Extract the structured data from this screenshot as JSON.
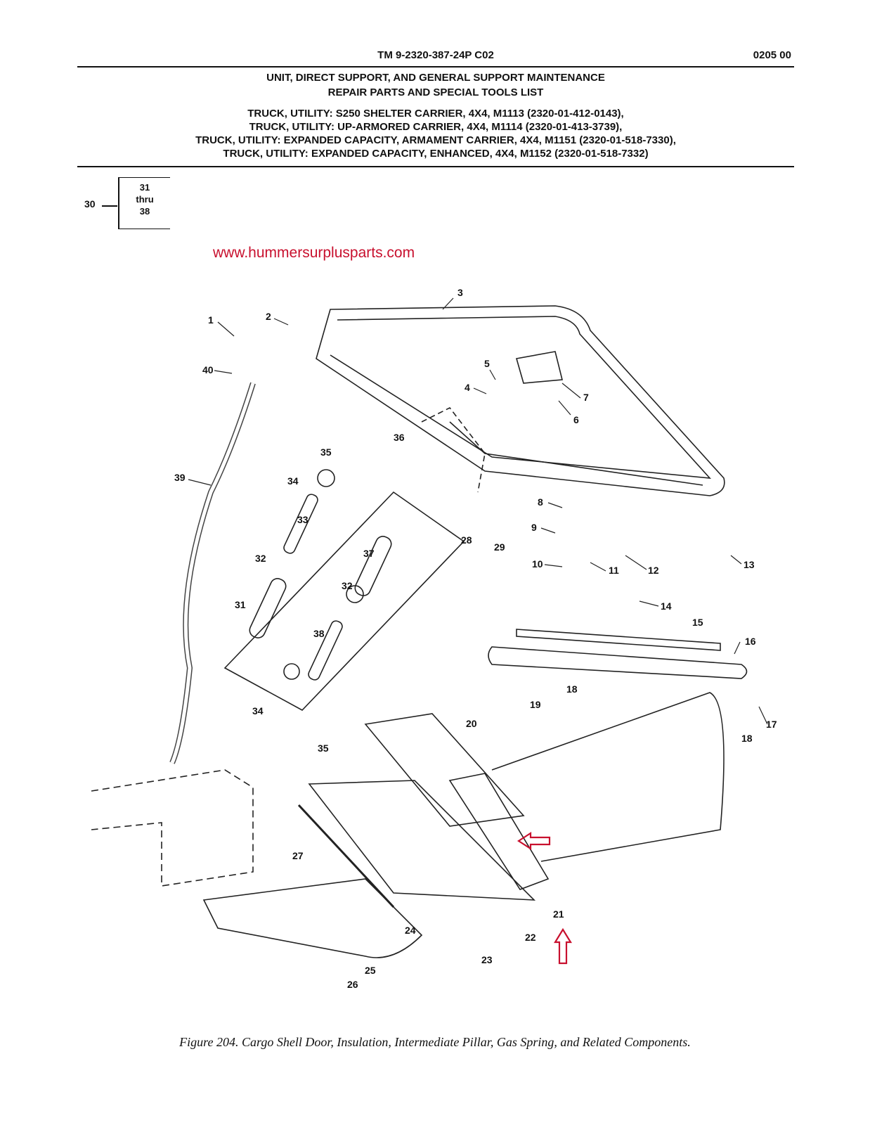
{
  "header": {
    "tm_number": "TM 9-2320-387-24P  C02",
    "work_package": "0205 00",
    "title_lines": [
      "UNIT, DIRECT SUPPORT, AND GENERAL SUPPORT MAINTENANCE",
      "REPAIR PARTS AND SPECIAL TOOLS LIST"
    ],
    "vehicle_lines": [
      "TRUCK, UTILITY: S250 SHELTER CARRIER, 4X4, M1113 (2320-01-412-0143),",
      "TRUCK, UTILITY: UP-ARMORED CARRIER, 4X4, M1114 (2320-01-413-3739),",
      "TRUCK, UTILITY: EXPANDED CAPACITY, ARMAMENT CARRIER, 4X4, M1151 (2320-01-518-7330),",
      "TRUCK, UTILITY: EXPANDED CAPACITY, ENHANCED, 4X4, M1152 (2320-01-518-7332)"
    ]
  },
  "reference": {
    "item": "30",
    "range": [
      "31",
      "thru",
      "38"
    ]
  },
  "watermark_url": "www.hummersurplusparts.com",
  "callouts": [
    "1",
    "2",
    "3",
    "4",
    "5",
    "6",
    "7",
    "8",
    "9",
    "10",
    "11",
    "12",
    "13",
    "14",
    "15",
    "16",
    "17",
    "18",
    "18",
    "19",
    "20",
    "21",
    "22",
    "23",
    "24",
    "25",
    "26",
    "27",
    "28",
    "29",
    "31",
    "32",
    "32",
    "33",
    "34",
    "34",
    "35",
    "35",
    "36",
    "37",
    "38",
    "39",
    "40"
  ],
  "highlight_color": "#c8102e",
  "caption": "Figure 204.  Cargo Shell Door, Insulation, Intermediate Pillar, Gas Spring, and Related Components."
}
